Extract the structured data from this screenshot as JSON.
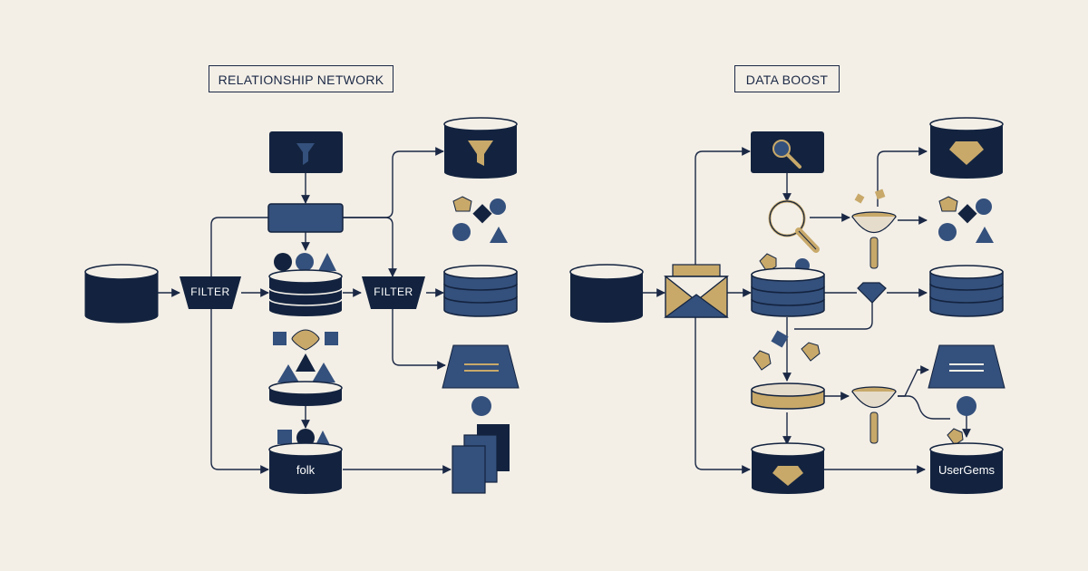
{
  "panels": {
    "left": {
      "title": "RELATIONSHIP NETWORK"
    },
    "right": {
      "title": "DATA BOOST"
    }
  },
  "labels": {
    "filter_1": "FILTER",
    "filter_2": "FILTER",
    "left_output_db": "folk",
    "right_output_db": "UserGems"
  },
  "colors": {
    "navy": "#13233f",
    "blue": "#34507c",
    "gold": "#c8a96a",
    "background": "#f3efe7",
    "line": "#1b2845"
  }
}
